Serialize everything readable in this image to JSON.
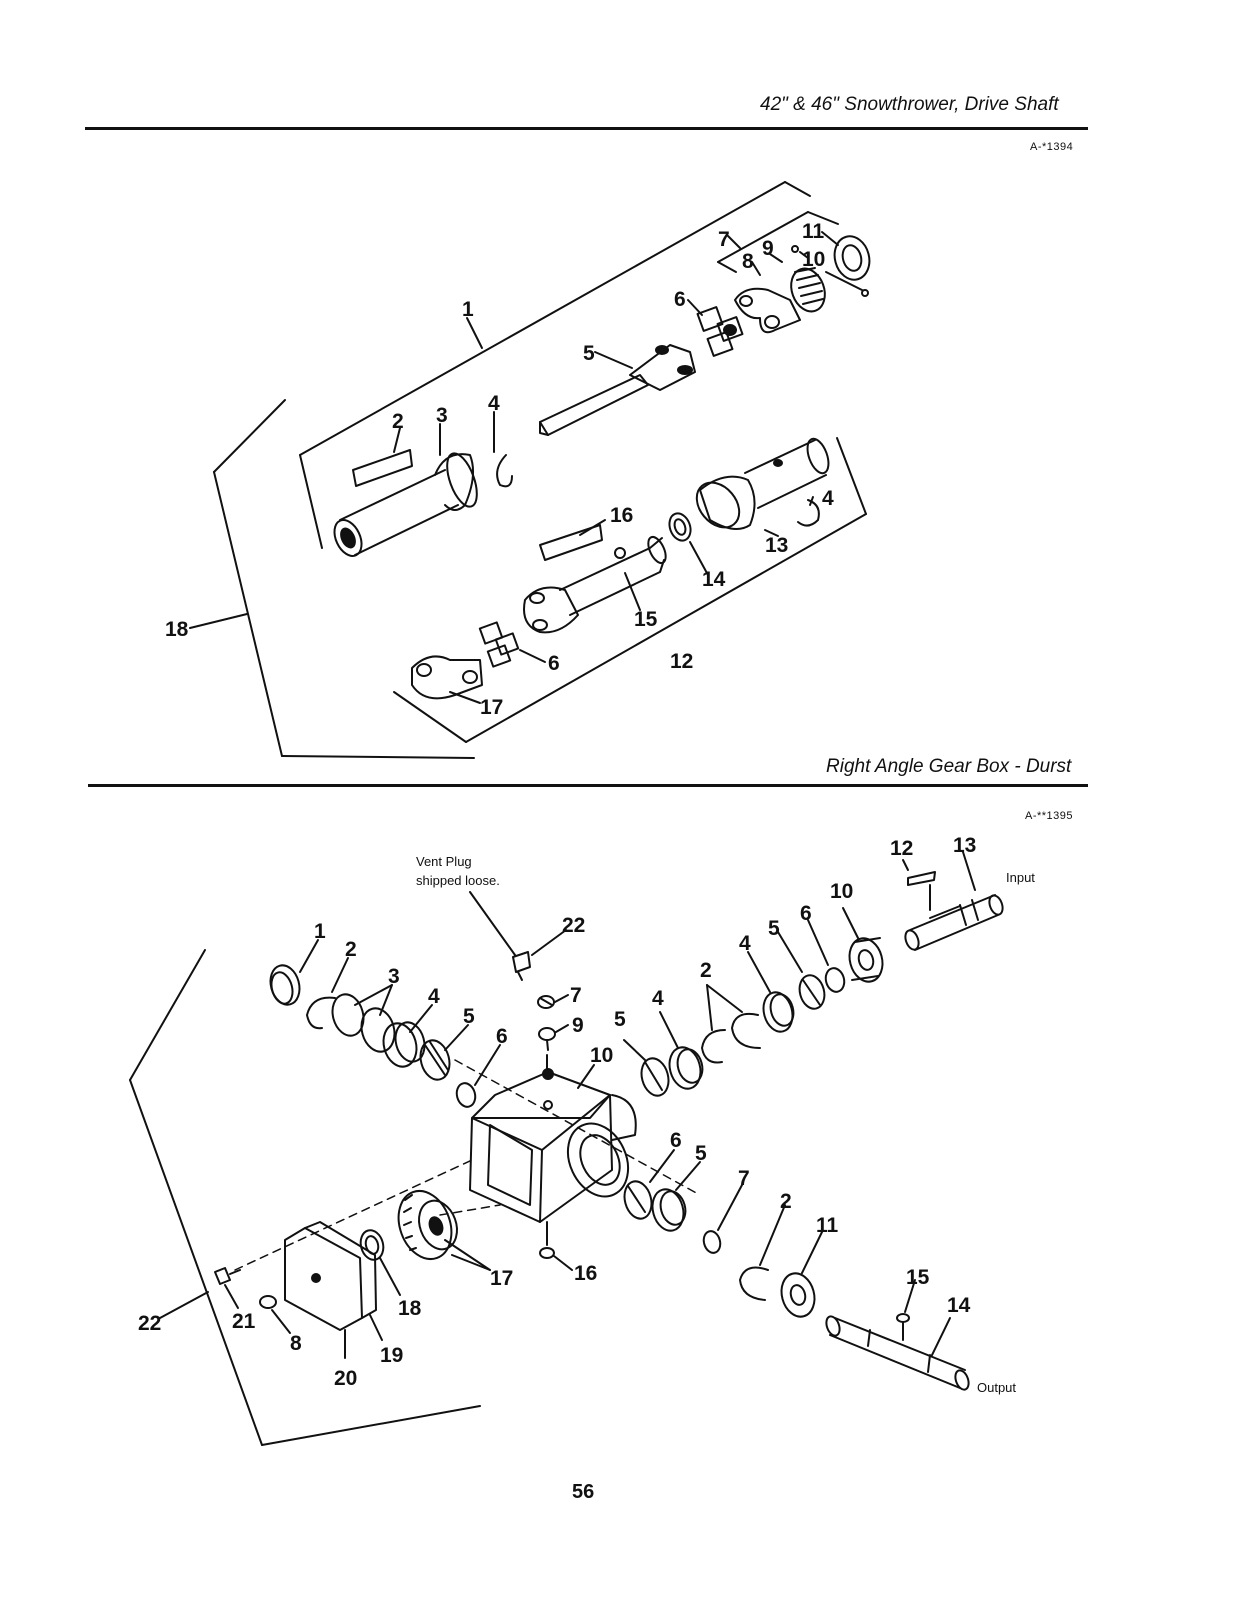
{
  "page": {
    "number": "56"
  },
  "section_top": {
    "title": "42\" & 46\" Snowthrower, Drive Shaft",
    "figure_id": "A-*1394",
    "callouts": [
      "1",
      "2",
      "3",
      "4",
      "4",
      "5",
      "6",
      "6",
      "7",
      "8",
      "9",
      "10",
      "11",
      "12",
      "13",
      "14",
      "15",
      "16",
      "17",
      "18"
    ]
  },
  "section_bottom": {
    "title": "Right Angle Gear Box - Durst",
    "figure_id": "A-**1395",
    "notes": {
      "vent_line1": "Vent Plug",
      "vent_line2": "shipped loose.",
      "input": "Input",
      "output": "Output"
    },
    "callouts": [
      "1",
      "2",
      "2",
      "2",
      "3",
      "4",
      "4",
      "4",
      "5",
      "5",
      "5",
      "5",
      "6",
      "6",
      "6",
      "7",
      "7",
      "8",
      "9",
      "10",
      "10",
      "11",
      "12",
      "13",
      "14",
      "15",
      "16",
      "17",
      "18",
      "19",
      "20",
      "21",
      "22"
    ]
  },
  "colors": {
    "ink": "#111111",
    "paper": "#ffffff"
  }
}
